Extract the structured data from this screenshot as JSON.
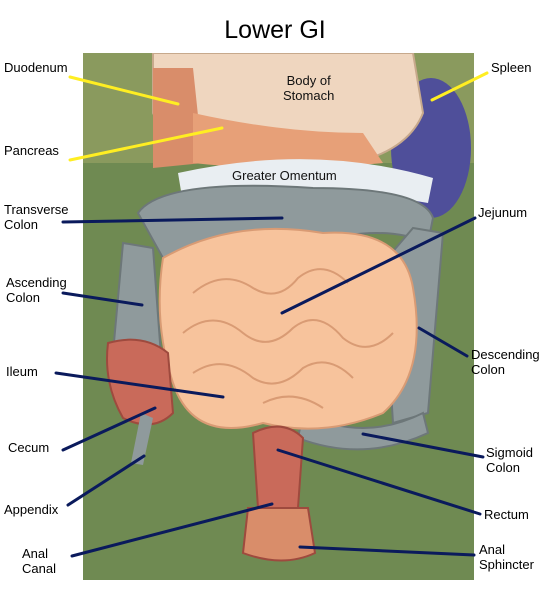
{
  "title": "Lower GI",
  "labels": {
    "duodenum": "Duodenum",
    "pancreas": "Pancreas",
    "transverse_colon": "Transverse\nColon",
    "ascending_colon": "Ascending\nColon",
    "ileum": "Ileum",
    "cecum": "Cecum",
    "appendix": "Appendix",
    "anal_canal": "Anal\nCanal",
    "spleen": "Spleen",
    "jejunum": "Jejunum",
    "descending_colon": "Descending\nColon",
    "sigmoid_colon": "Sigmoid\nColon",
    "rectum": "Rectum",
    "anal_sphincter": "Anal\nSphincter",
    "body_of_stomach": "Body of\nStomach",
    "greater_omentum": "Greater Omentum"
  },
  "colors": {
    "leader_yellow": "#ffee22",
    "leader_navy": "#0a1a5c",
    "background_board": "#6f8a52",
    "intestine": "#f7c39c",
    "colon": "#8f9a9c",
    "stomach": "#efd6bf",
    "spleen": "#4f4f9a",
    "rectum": "#c96a5a"
  }
}
